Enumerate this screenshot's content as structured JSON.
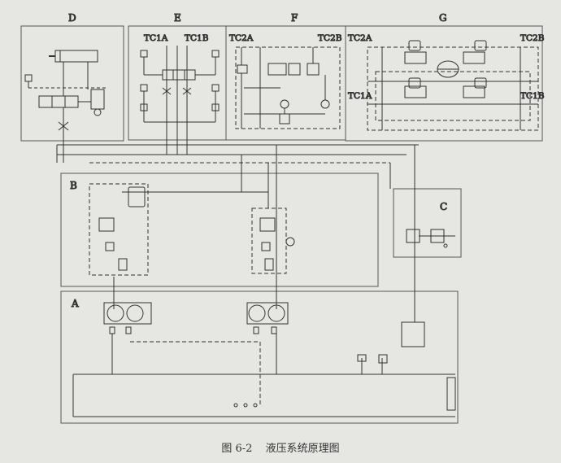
{
  "sections": {
    "a": "A",
    "b": "B",
    "c": "C",
    "d": "D",
    "e": "E",
    "f": "F",
    "g": "G"
  },
  "ports": {
    "e_left": "TC1A",
    "e_right": "TC1B",
    "f_left": "TC2A",
    "f_right": "TC2B",
    "g_top_left": "TC2A",
    "g_top_right": "TC2B",
    "g_mid_left": "TC1A",
    "g_mid_right": "TC1B"
  },
  "caption": {
    "number": "图 6-2",
    "title": "液压系统原理图"
  }
}
